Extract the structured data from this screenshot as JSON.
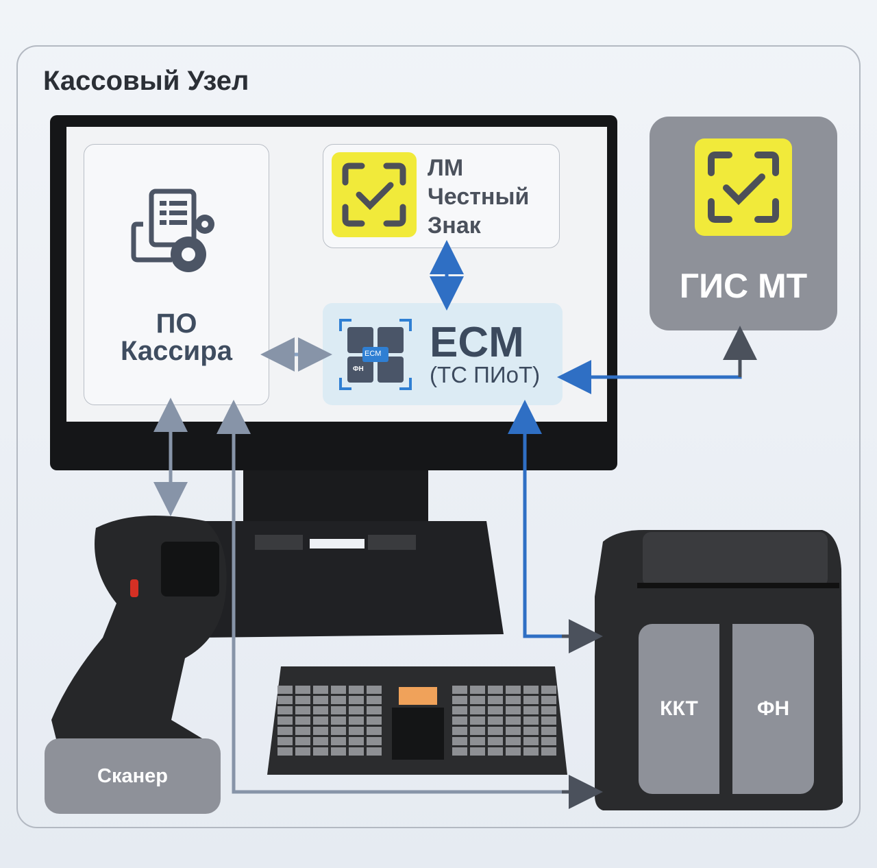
{
  "title": "Кассовый Узел",
  "software": {
    "line1": "ПО",
    "line2": "Кассира"
  },
  "lm": {
    "line1": "ЛМ",
    "line2": "Честный",
    "line3": "Знак"
  },
  "ecm": {
    "title": "ECM",
    "subtitle": "(ТС ПИоТ)",
    "icon_badge": "ECM",
    "icon_fn": "ФН"
  },
  "gis": {
    "label": "ГИС МТ"
  },
  "scanner": {
    "label": "Сканер"
  },
  "printer": {
    "kkt": "ККТ",
    "fn": "ФН"
  },
  "colors": {
    "accent_blue": "#2f6fc4",
    "arrow_gray": "#8794a8",
    "label_gray": "#8e9199",
    "yellow": "#f1ea3a"
  }
}
